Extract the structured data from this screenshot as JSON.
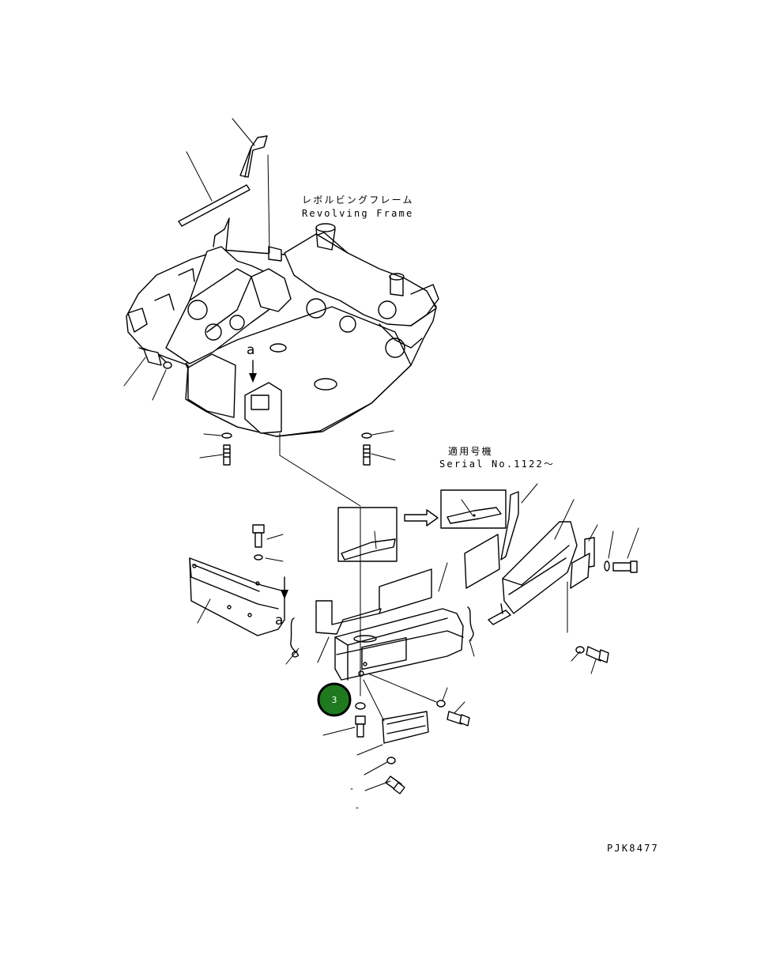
{
  "figure_code": "PJK8477",
  "frame_label": {
    "jp": "レボルビングフレーム",
    "en": "Revolving Frame"
  },
  "serial_note": {
    "jp": "適用号機",
    "en": "Serial No.1122～"
  },
  "view_marker": "a",
  "callouts": [
    {
      "number": "3",
      "color": "#1f7a1f"
    }
  ]
}
